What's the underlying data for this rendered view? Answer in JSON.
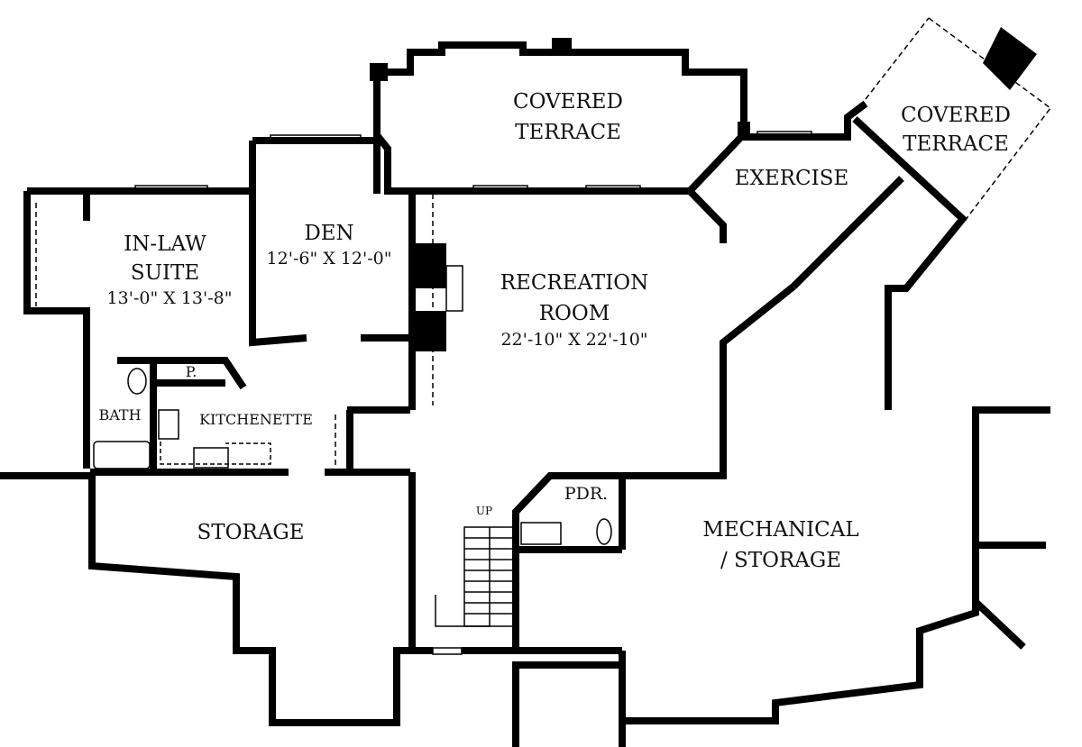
{
  "rooms": {
    "covered_terrace_1": {
      "line1": "COVERED",
      "line2": "TERRACE"
    },
    "covered_terrace_2": {
      "line1": "COVERED",
      "line2": "TERRACE"
    },
    "exercise": {
      "name": "EXERCISE"
    },
    "den": {
      "name": "DEN",
      "dim": "12'-6\" X 12'-0\""
    },
    "in_law_suite": {
      "line1": "IN-LAW",
      "line2": "SUITE",
      "dim": "13'-0\" X 13'-8\""
    },
    "recreation_room": {
      "line1": "RECREATION",
      "line2": "ROOM",
      "dim": "22'-10\" X 22'-10\""
    },
    "pantry": {
      "name": "P."
    },
    "bath": {
      "name": "BATH"
    },
    "kitchenette": {
      "name": "KITCHENETTE"
    },
    "storage": {
      "name": "STORAGE"
    },
    "pdr": {
      "name": "PDR."
    },
    "stairs": {
      "label": "UP"
    },
    "mechanical": {
      "line1": "MECHANICAL",
      "line2": "/ STORAGE"
    }
  },
  "colors": {
    "wall": "#000000",
    "background": "#ffffff"
  }
}
